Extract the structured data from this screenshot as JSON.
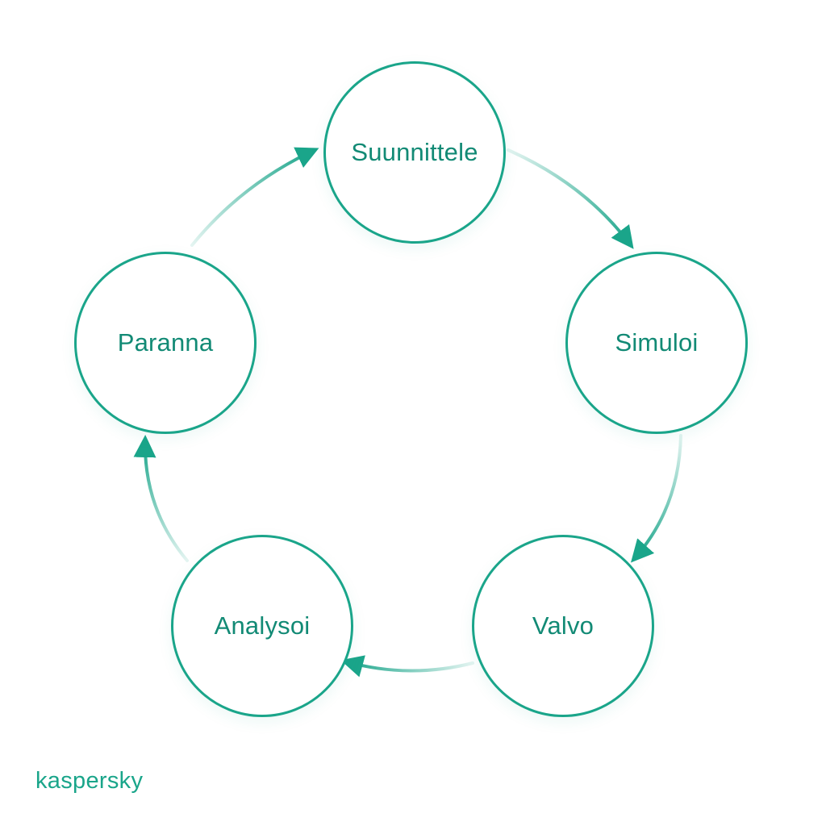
{
  "diagram": {
    "type": "cycle",
    "steps": [
      {
        "id": "suunnittele",
        "label": "Suunnittele"
      },
      {
        "id": "simuloi",
        "label": "Simuloi"
      },
      {
        "id": "valvo",
        "label": "Valvo"
      },
      {
        "id": "analysoi",
        "label": "Analysoi"
      },
      {
        "id": "paranna",
        "label": "Paranna"
      }
    ],
    "flow": [
      {
        "from": "paranna",
        "to": "suunnittele"
      },
      {
        "from": "suunnittele",
        "to": "simuloi"
      },
      {
        "from": "simuloi",
        "to": "valvo"
      },
      {
        "from": "valvo",
        "to": "analysoi"
      },
      {
        "from": "analysoi",
        "to": "paranna"
      }
    ]
  },
  "colors": {
    "accent": "#1aa58a",
    "label": "#128a75",
    "background": "#ffffff"
  },
  "brand": {
    "logo_text": "kaspersky"
  }
}
